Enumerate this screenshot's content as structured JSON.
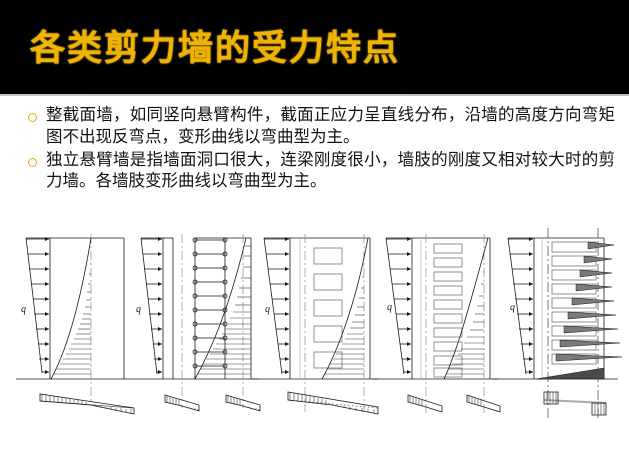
{
  "slide": {
    "title": "各类剪力墙的受力特点",
    "title_color": "#f0b400",
    "title_band_color": "#000000",
    "background": "#ffffff"
  },
  "bullets": [
    {
      "marker": "hollow-circle",
      "marker_color": "#e8a90e",
      "text": "整截面墙，如同竖向悬臂构件，截面正应力呈直线分布，沿墙的高度方向弯矩图不出现反弯点，变形曲线以弯曲型为主。"
    },
    {
      "marker": "hollow-circle",
      "marker_color": "#e8a90e",
      "text": "独立悬臂墙是指墙面洞口很大，连梁刚度很小，墙肢的刚度又相对较大时的剪力墙。各墙肢变形曲线以弯曲型为主。"
    }
  ],
  "figures": [
    {
      "id": "fig-1",
      "load_label": "q",
      "wall_type": "solid-wall",
      "openings": 0,
      "moment_segments": 1
    },
    {
      "id": "fig-2",
      "load_label": "q",
      "wall_type": "coupled-wall-links",
      "openings": 0,
      "moment_segments": 2
    },
    {
      "id": "fig-3",
      "load_label": "q",
      "wall_type": "small-openings-wall",
      "openings": 5,
      "moment_segments": 1
    },
    {
      "id": "fig-4",
      "load_label": "q",
      "wall_type": "large-openings-wall",
      "openings": 10,
      "moment_segments": 2
    },
    {
      "id": "fig-5",
      "load_label": "q",
      "wall_type": "frame-like-wall",
      "openings": 10,
      "moment_segments": 2
    }
  ],
  "figure_strip": {
    "count": 5,
    "line_color": "#1a1a1a",
    "hatch_color": "#333333",
    "centerline_color": "#9a9a9a"
  }
}
